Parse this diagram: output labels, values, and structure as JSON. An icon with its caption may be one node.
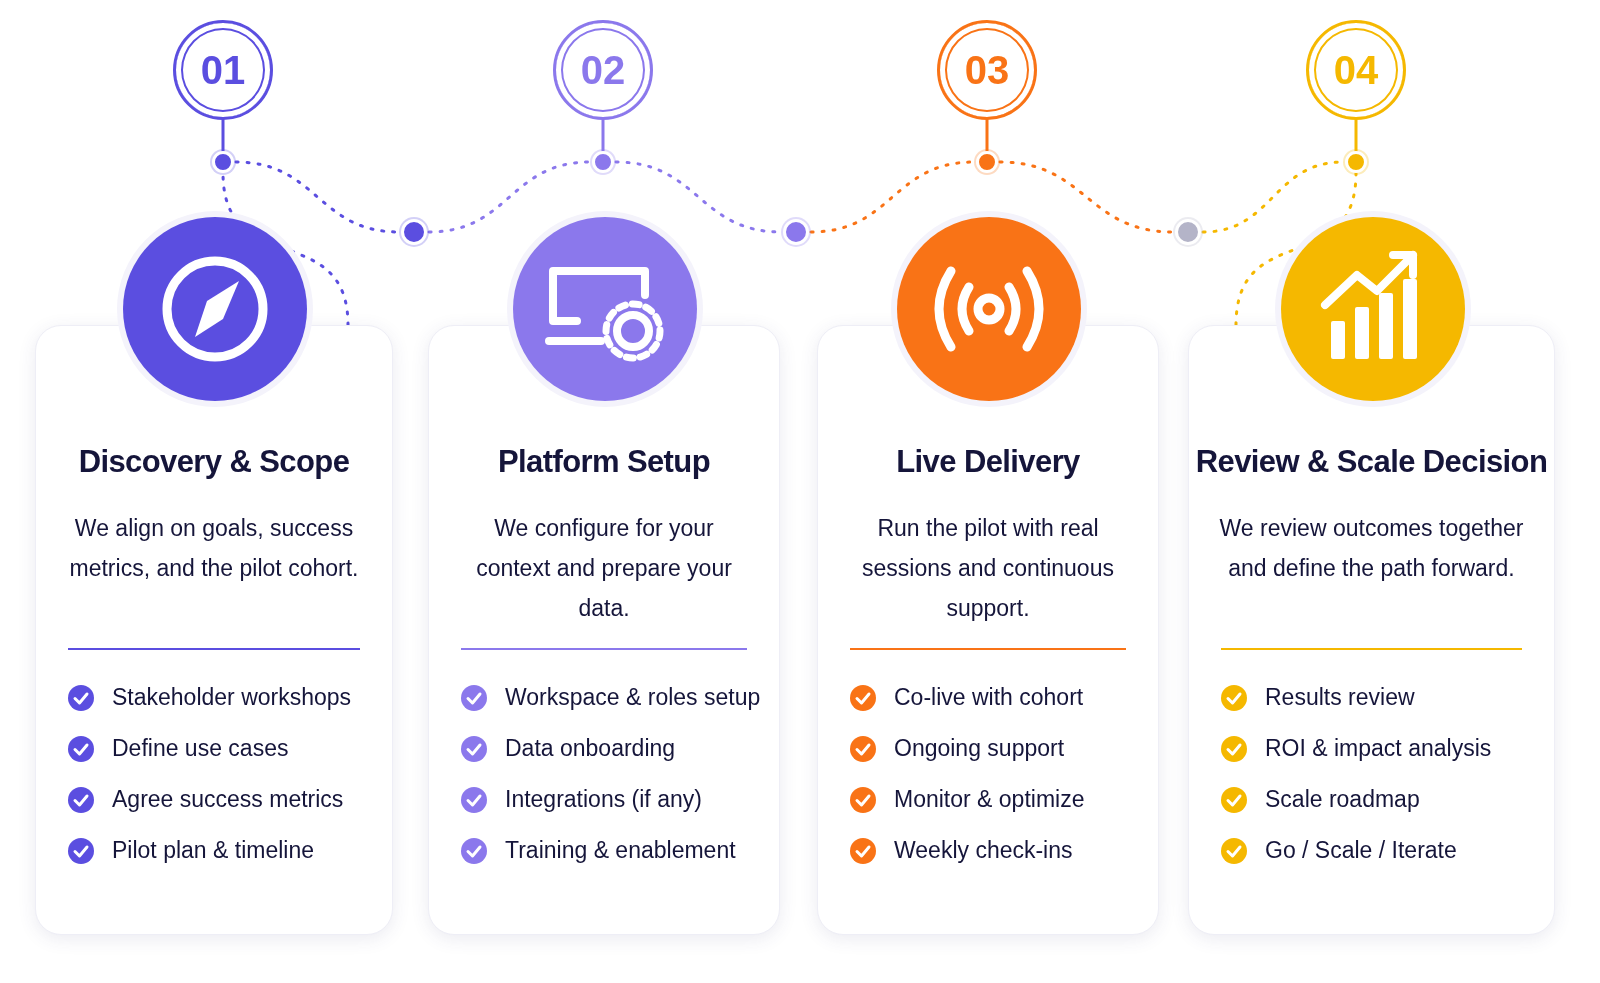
{
  "diagram": {
    "nodes": [
      {
        "text": [
          "01"
        ]
      },
      {
        "text": [
          "02"
        ]
      },
      {
        "text": [
          "03"
        ]
      },
      {
        "text": [
          "04"
        ]
      },
      {
        "text": [],
        "shape": "circle"
      },
      {
        "text": [],
        "shape": "circle"
      },
      {
        "text": [],
        "shape": "circle"
      },
      {
        "text": [],
        "shape": "circle"
      },
      {
        "text": [],
        "shape": "circle"
      },
      {
        "text": [],
        "shape": "circle"
      },
      {
        "text": [],
        "shape": "circle"
      },
      {
        "text": [
          "Discovery & Scope",
          "We align on goals, success metrics, and the pilot cohort.",
          "Stakeholder workshops",
          "Define use cases",
          "Agree success metrics",
          "Pilot plan & timeline"
        ]
      },
      {
        "text": [
          "Platform Setup",
          "We configure for your context and prepare your data.",
          "Workspace & roles setup",
          "Data onboarding",
          "Integrations (if any)",
          "Training & enablement"
        ]
      },
      {
        "text": [
          "Live Delivery",
          "Run the pilot with real sessions and continuous support.",
          "Co-live with cohort",
          "Ongoing support",
          "Monitor & optimize",
          "Weekly check-ins"
        ]
      },
      {
        "text": [
          "Review & Scale Decision",
          "We review outcomes together and define the path forward.",
          "Results review",
          "ROI & impact analysis",
          "Scale roadmap",
          "Go / Scale / Iterate"
        ]
      }
    ],
    "edges": [
      {
        "from": 0,
        "to": 4,
        "arrow": "none",
        "color": "#5b4ee0"
      },
      {
        "from": 1,
        "to": 5,
        "arrow": "none",
        "color": "#8b78ec"
      },
      {
        "from": 2,
        "to": 6,
        "arrow": "none",
        "color": "#f97316"
      },
      {
        "from": 3,
        "to": 7,
        "arrow": "none",
        "color": "#f5b800"
      },
      {
        "from": 11,
        "to": 4,
        "arrow": "none",
        "style": "dashed",
        "color": "#5b4ee0"
      },
      {
        "from": 4,
        "to": 8,
        "arrow": "none",
        "style": "dashed",
        "color": "#5b4ee0"
      },
      {
        "from": 8,
        "to": 5,
        "arrow": "none",
        "style": "dashed",
        "color": "#8b78ec"
      },
      {
        "from": 5,
        "to": 9,
        "arrow": "none",
        "style": "dashed",
        "color": "#8b78ec"
      },
      {
        "from": 9,
        "to": 6,
        "arrow": "none",
        "style": "dashed",
        "color": "#f97316"
      },
      {
        "from": 6,
        "to": 10,
        "arrow": "none",
        "style": "dashed",
        "color": "#f97316"
      },
      {
        "from": 10,
        "to": 7,
        "arrow": "none",
        "style": "dashed",
        "color": "#f5b800"
      },
      {
        "from": 7,
        "to": 14,
        "arrow": "none",
        "style": "dashed",
        "color": "#f5b800"
      }
    ]
  }
}
